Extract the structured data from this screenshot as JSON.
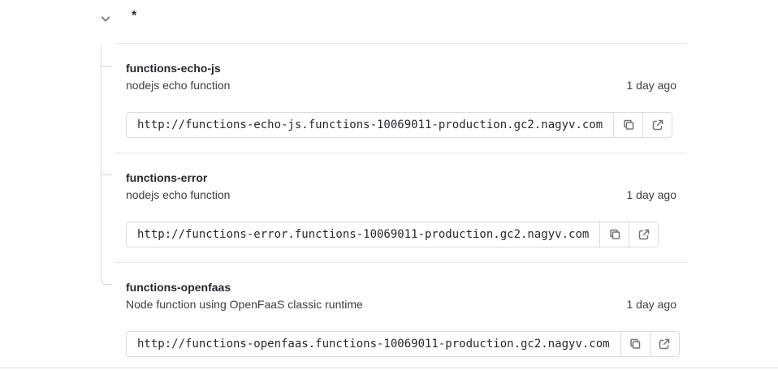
{
  "header": {
    "title": "*"
  },
  "function_list": {
    "items": [
      {
        "name": "functions-echo-js",
        "description": "nodejs echo function",
        "updated": "1 day ago",
        "url": "http://functions-echo-js.functions-10069011-production.gc2.nagyv.com"
      },
      {
        "name": "functions-error",
        "description": "nodejs echo function",
        "updated": "1 day ago",
        "url": "http://functions-error.functions-10069011-production.gc2.nagyv.com"
      },
      {
        "name": "functions-openfaas",
        "description": "Node function using OpenFaaS classic runtime",
        "updated": "1 day ago",
        "url": "http://functions-openfaas.functions-10069011-production.gc2.nagyv.com"
      }
    ]
  },
  "icons": {
    "collapse_toggle": "chevron-down-icon",
    "copy_url": "copy-icon",
    "open_url": "external-link-icon"
  },
  "colors": {
    "text_primary": "#28272d",
    "text_secondary": "#3d3c42",
    "control_border": "#dbdbdb",
    "separator": "#e7e7e7",
    "tree_line": "#d6d6d6",
    "icon_gray": "#737278"
  }
}
